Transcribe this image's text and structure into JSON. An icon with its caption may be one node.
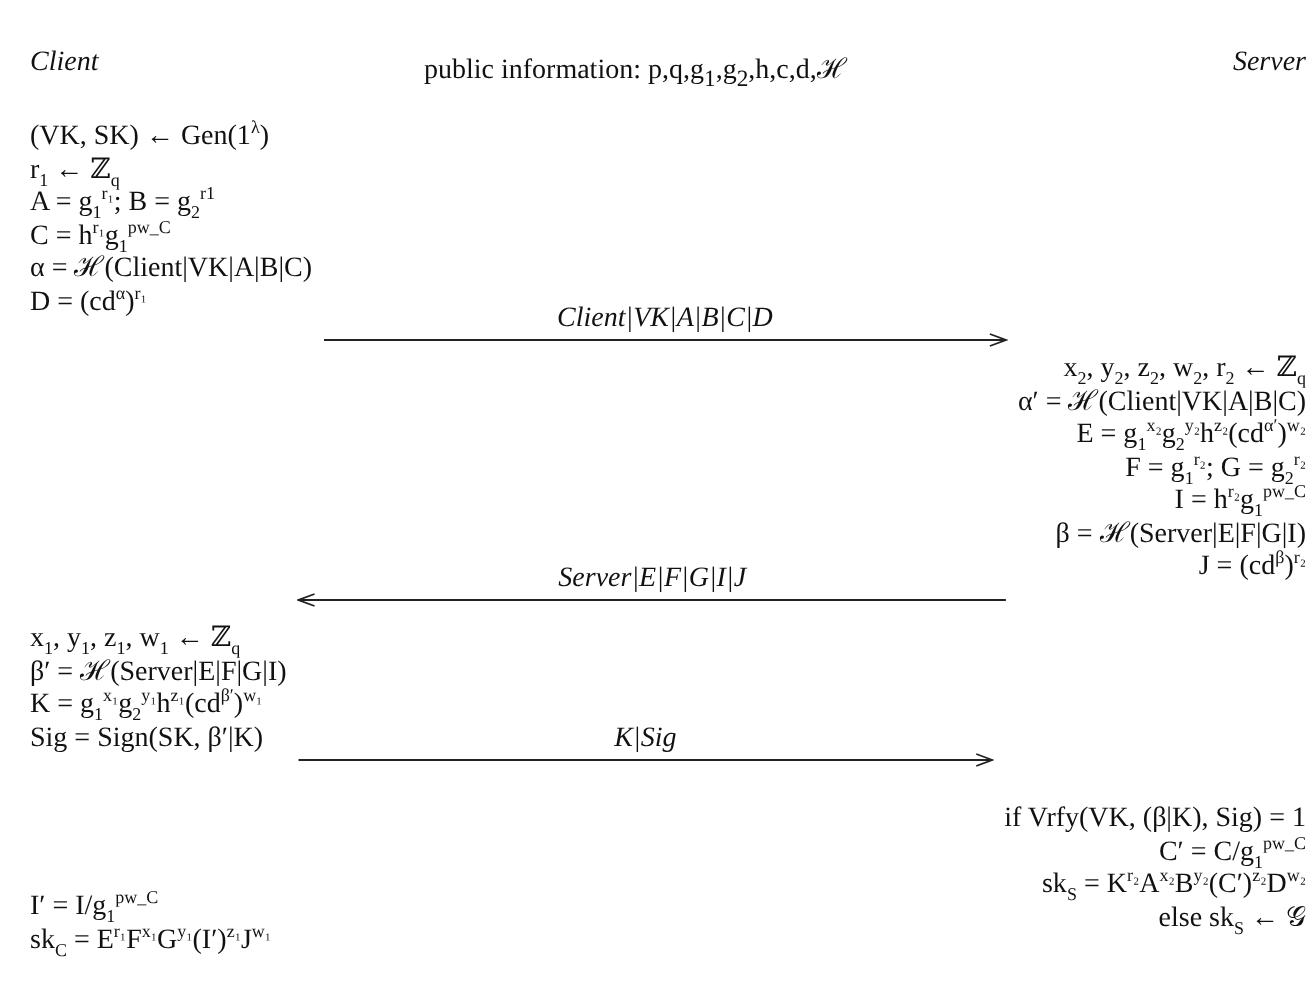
{
  "diagram": {
    "nodes": [
      {
        "text": [
          "(VK, SK) ← Gen(1$^{λ}$)",
          "r$_{1}$ ← ℤ$_{q}$",
          "A = g$_{1}$$^{r₁}$; B = g$_{2}$$^{r1}$",
          "C = h$^{r₁}$g$_{1}$$^{pw_C}$",
          "α = ℋ(Client|VK|A|B|C)",
          "D = (cd$^{α}$)$^{r₁}$"
        ]
      },
      {
        "text": [
          "x$_{2}$, y$_{2}$, z$_{2}$, w$_{2}$, r$_{2}$ ← ℤ$_{q}$",
          "α′ = ℋ(Client|VK|A|B|C)",
          "E = g$_{1}$$^{x₂}$g$_{2}$$^{y₂}$h$^{z₂}$(cd$^{α′}$)$^{w₂}$",
          "F = g$_{1}$$^{r₂}$; G = g$_{2}$$^{r₂}$",
          "I = h$^{r₂}$g$_{1}$$^{pw_C}$",
          "β = ℋ(Server|E|F|G|I)",
          "J = (cd$^{β}$)$^{r₂}$"
        ]
      },
      {
        "text": [
          "x$_{1}$, y$_{1}$, z$_{1}$, w$_{1}$ ← ℤ$_{q}$",
          "β′ = ℋ(Server|E|F|G|I)",
          "K = g$_{1}$$^{x₁}$g$_{2}$$^{y₁}$h$^{z₁}$(cd$^{β′}$)$^{w₁}$",
          "Sig = Sign(SK, β′|K)"
        ]
      },
      {
        "text": [
          "if Vrfy(VK, (β|K), Sig) = 1",
          "C′ = C/g$_{1}$$^{pw_C}$",
          "sk$_{S}$ = K$^{r₂}$A$^{x₂}$B$^{y₂}$(C′)$^{z₂}$D$^{w₂}$",
          "else sk$_{S}$ ← 𝒢"
        ]
      },
      {
        "text": [
          "I′ = I/g$_{1}$$^{pw_C}$",
          "sk$_{C}$ = E$^{r₁}$F$^{x₁}$G$^{y₁}$(I′)$^{z₁}$J$^{w₁}$"
        ]
      }
    ],
    "edges": [
      {
        "from": 0,
        "to": 1,
        "arrow": "to",
        "label": "Client|VK|A|B|C|D"
      },
      {
        "from": 1,
        "to": 2,
        "arrow": "to",
        "label": "Server|E|F|G|I|J"
      },
      {
        "from": 2,
        "to": 3,
        "arrow": "to",
        "label": "K|Sig"
      }
    ],
    "labels": [
      "Client",
      "public information: p,q,g$_{1}$,g$_{2}$,h,c,d,ℋ",
      "Server"
    ]
  }
}
